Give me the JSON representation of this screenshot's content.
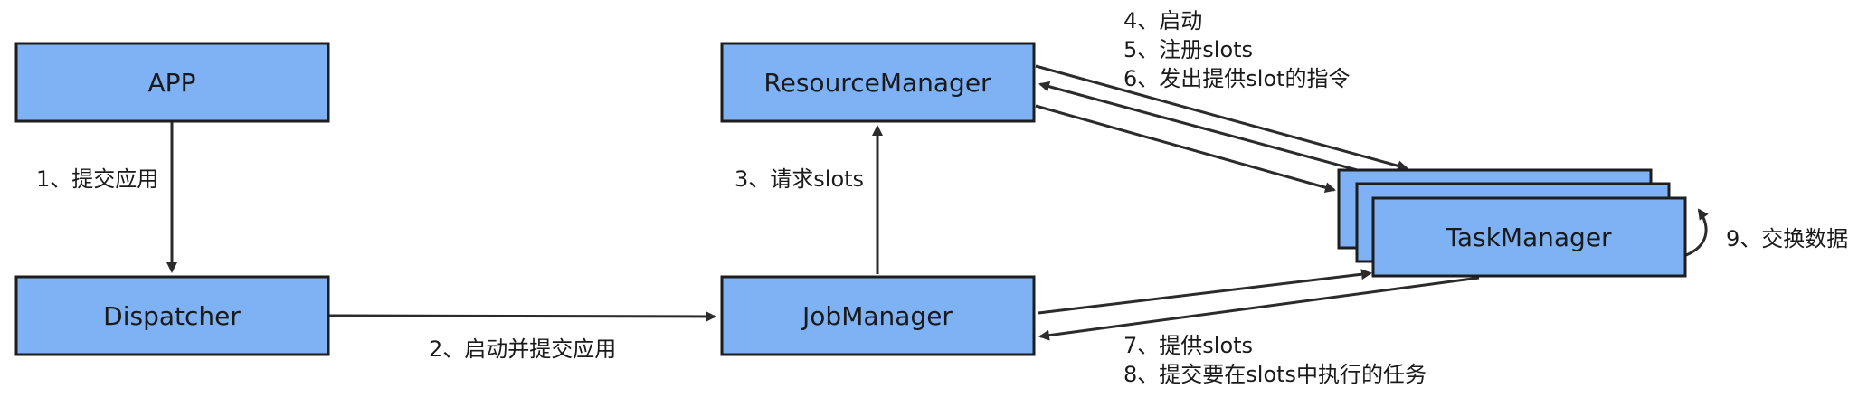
{
  "nodes": {
    "app": "APP",
    "dispatcher": "Dispatcher",
    "resource_manager": "ResourceManager",
    "job_manager": "JobManager",
    "task_manager": "TaskManager"
  },
  "edges": {
    "submit_app": "1、提交应用",
    "start_and_submit": "2、启动并提交应用",
    "request_slots": "3、请求slots",
    "start": "4、启动",
    "register_slots": "5、注册slots",
    "offer_slot_command": "6、发出提供slot的指令",
    "offer_slots": "7、提供slots",
    "submit_tasks": "8、提交要在slots中执行的任务",
    "exchange_data": "9、交换数据"
  },
  "colors": {
    "node_fill": "#7eb2f5",
    "node_stroke": "#1d1d1d",
    "edge": "#2b2b2b"
  }
}
